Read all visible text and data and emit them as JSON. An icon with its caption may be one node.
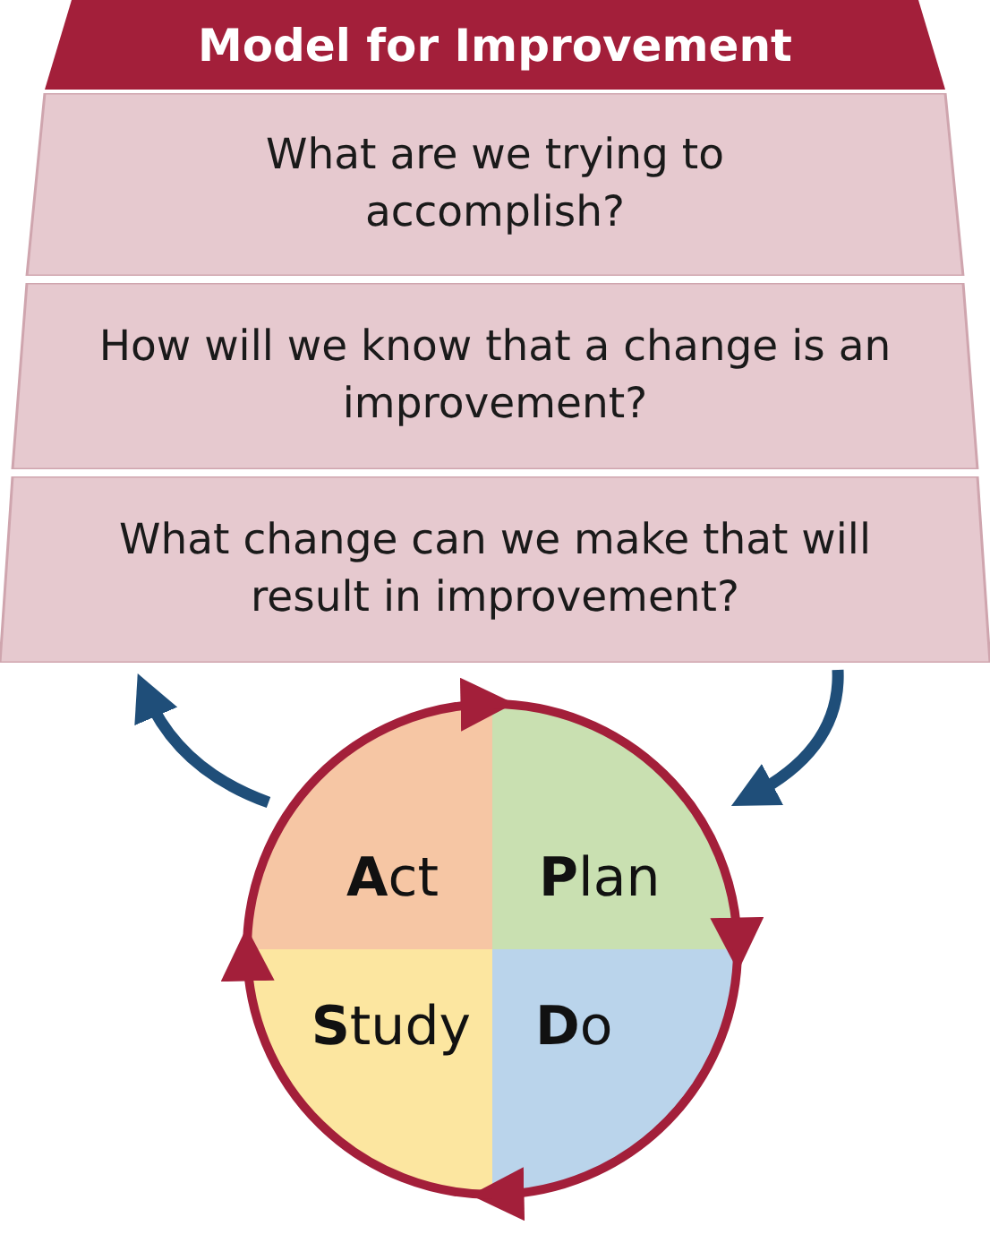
{
  "diagram": {
    "nodes": [
      {
        "text": [
          "Model for Improvement"
        ]
      },
      {
        "text": [
          "What are we trying to accomplish?"
        ]
      },
      {
        "text": [
          "How will we know that a change is an improvement?"
        ]
      },
      {
        "text": [
          "What change can we make that will result in improvement?"
        ]
      },
      {
        "text": [
          "**A**ct"
        ]
      },
      {
        "text": [
          "**P**lan"
        ]
      },
      {
        "text": [
          "**S**tudy"
        ]
      },
      {
        "text": [
          "**D**o"
        ]
      }
    ],
    "edges": [
      {
        "from": 4,
        "to": 5,
        "arrow": "to"
      },
      {
        "from": 5,
        "to": 7,
        "arrow": "to"
      },
      {
        "from": 7,
        "to": 6,
        "arrow": "to"
      },
      {
        "from": 6,
        "to": 4,
        "arrow": "to"
      },
      {
        "from": 3,
        "to": 5,
        "arrow": "to",
        "color": "#1f4e79"
      },
      {
        "from": 4,
        "to": 3,
        "arrow": "to",
        "color": "#1f4e79"
      }
    ]
  }
}
